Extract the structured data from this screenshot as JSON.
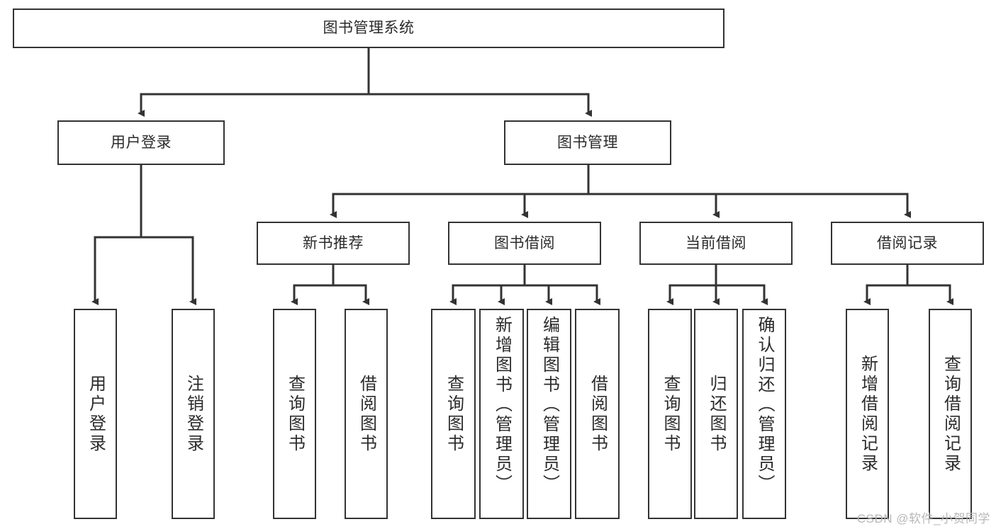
{
  "diagram": {
    "title": "图书管理系统",
    "type": "tree-hierarchy",
    "root": {
      "id": "root",
      "label": "图书管理系统"
    },
    "level2": [
      {
        "id": "user-login",
        "label": "用户登录"
      },
      {
        "id": "book-manage",
        "label": "图书管理"
      }
    ],
    "level3": [
      {
        "id": "new-book-recommend",
        "label": "新书推荐",
        "parent": "book-manage"
      },
      {
        "id": "book-borrow",
        "label": "图书借阅",
        "parent": "book-manage"
      },
      {
        "id": "current-borrow",
        "label": "当前借阅",
        "parent": "book-manage"
      },
      {
        "id": "borrow-record",
        "label": "借阅记录",
        "parent": "book-manage"
      }
    ],
    "leaves": [
      {
        "id": "leaf-user-login",
        "label": "用户登录",
        "parent": "user-login"
      },
      {
        "id": "leaf-user-logout",
        "label": "注销登录",
        "parent": "user-login"
      },
      {
        "id": "leaf-query-book-1",
        "label": "查询图书",
        "parent": "new-book-recommend"
      },
      {
        "id": "leaf-borrow-book-1",
        "label": "借阅图书",
        "parent": "new-book-recommend"
      },
      {
        "id": "leaf-query-book-2",
        "label": "查询图书",
        "parent": "book-borrow"
      },
      {
        "id": "leaf-add-book",
        "label": "新增图书（管理员）",
        "parent": "book-borrow"
      },
      {
        "id": "leaf-edit-book",
        "label": "编辑图书（管理员）",
        "parent": "book-borrow"
      },
      {
        "id": "leaf-borrow-book-2",
        "label": "借阅图书",
        "parent": "book-borrow"
      },
      {
        "id": "leaf-query-book-3",
        "label": "查询图书",
        "parent": "current-borrow"
      },
      {
        "id": "leaf-return-book",
        "label": "归还图书",
        "parent": "current-borrow"
      },
      {
        "id": "leaf-confirm-return",
        "label": "确认归还（管理员）",
        "parent": "current-borrow"
      },
      {
        "id": "leaf-add-record",
        "label": "新增借阅记录",
        "parent": "borrow-record"
      },
      {
        "id": "leaf-query-record",
        "label": "查询借阅记录",
        "parent": "borrow-record"
      }
    ]
  },
  "watermark": {
    "text": "CSDN @软件_小贺同学"
  },
  "colors": {
    "stroke": "#333333",
    "box_fill": "#ffffff",
    "text": "#2b2b2b",
    "watermark": "#b8b8b8",
    "background": "#ffffff"
  }
}
